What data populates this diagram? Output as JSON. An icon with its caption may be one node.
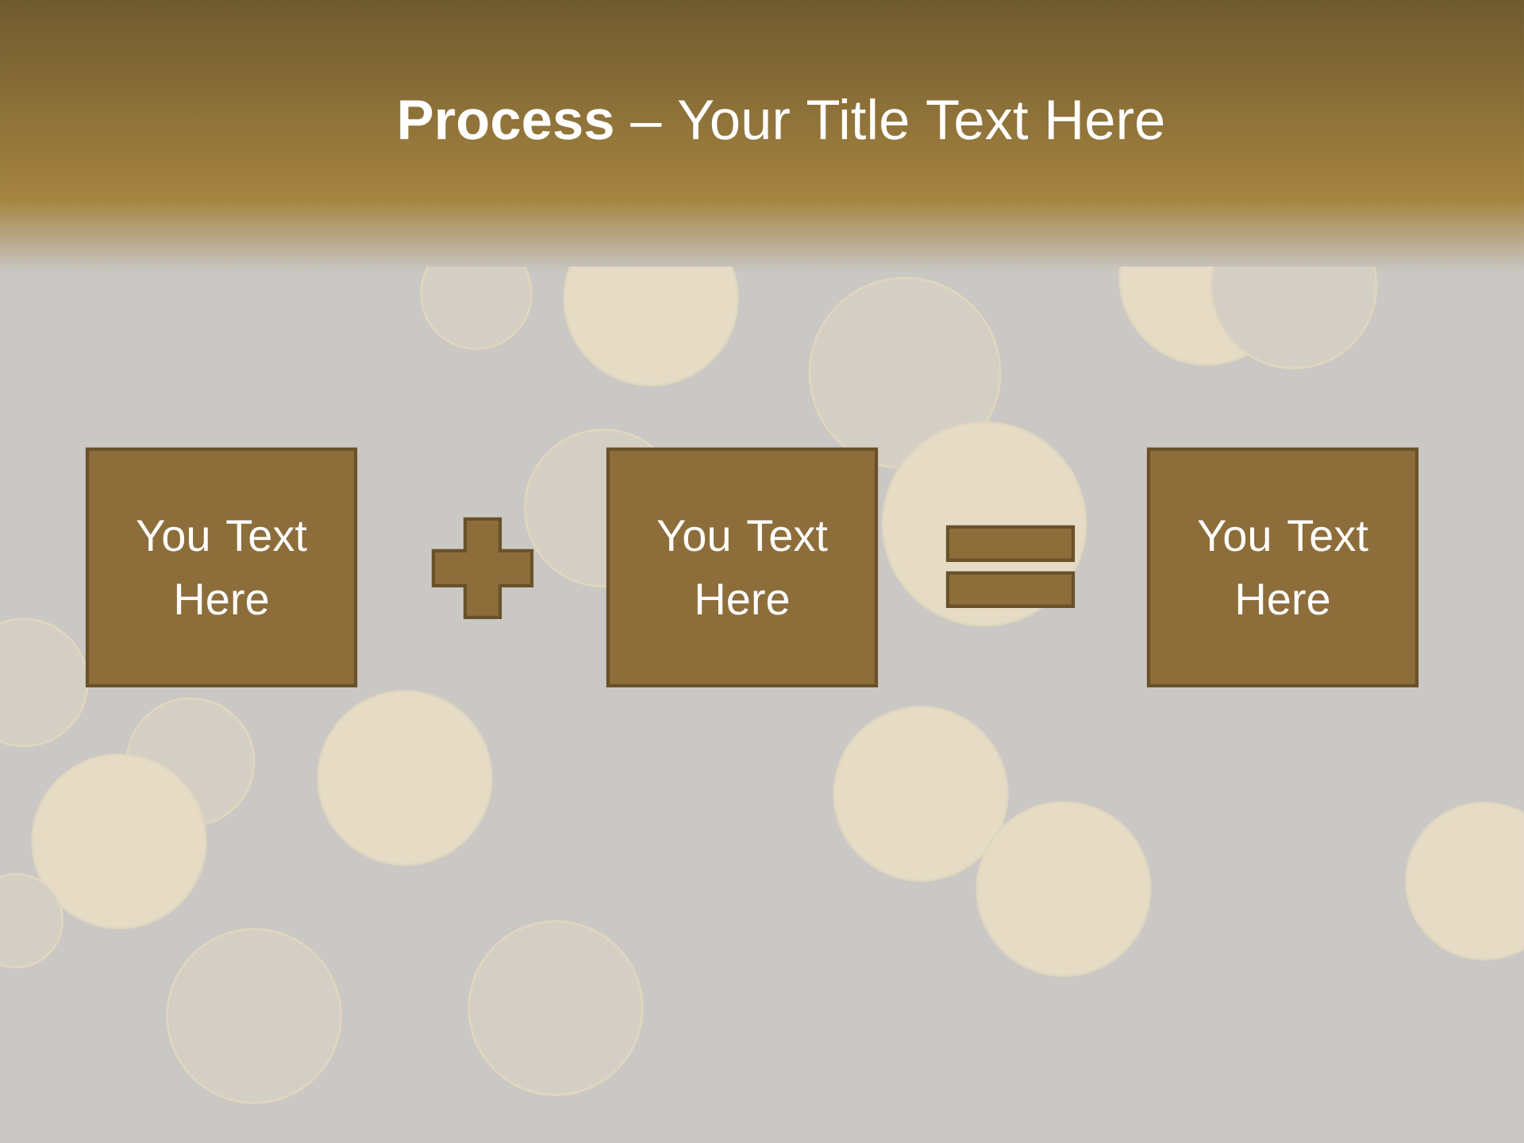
{
  "diagram": {
    "title": "**Process** – Your Title Text Here",
    "nodes": [
      {
        "text": [
          "You Text Here"
        ]
      },
      {
        "text": [
          "You Text Here"
        ]
      },
      {
        "text": [
          "You Text Here"
        ]
      }
    ]
  }
}
